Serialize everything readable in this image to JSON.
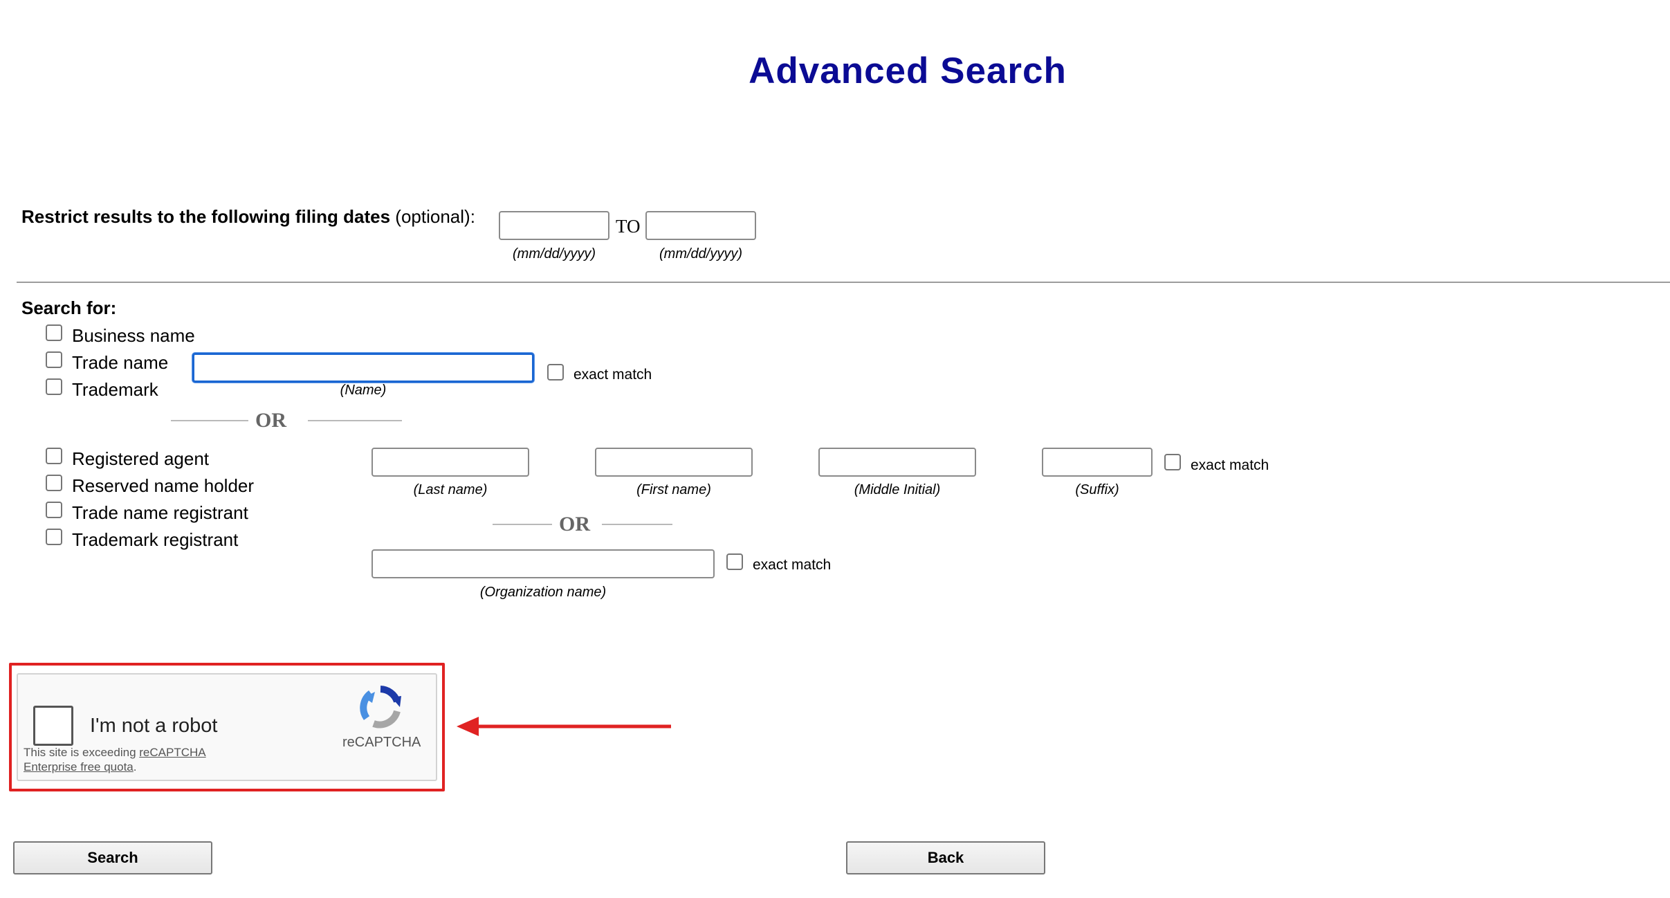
{
  "page": {
    "title": "Advanced Search"
  },
  "filing_dates": {
    "label_bold": "Restrict results to the following filing dates",
    "label_normal": "(optional):",
    "from_value": "",
    "to_label": "TO",
    "to_value": "",
    "from_hint": "(mm/dd/yyyy)",
    "to_hint": "(mm/dd/yyyy)"
  },
  "search_for": {
    "heading": "Search for:",
    "entity_types": [
      {
        "label": "Business name",
        "checked": false
      },
      {
        "label": "Trade name",
        "checked": false
      },
      {
        "label": "Trademark",
        "checked": false
      }
    ],
    "name": {
      "value": "",
      "hint": "(Name)",
      "exact_match_label": "exact match"
    },
    "or_label": "OR",
    "person_types": [
      {
        "label": "Registered agent",
        "checked": false
      },
      {
        "label": "Reserved name holder",
        "checked": false
      },
      {
        "label": "Trade name registrant",
        "checked": false
      },
      {
        "label": "Trademark registrant",
        "checked": false
      }
    ],
    "person": {
      "last_hint": "(Last name)",
      "first_hint": "(First name)",
      "middle_hint": "(Middle Initial)",
      "suffix_hint": "(Suffix)",
      "exact_match_label": "exact match"
    },
    "or_label_2": "OR",
    "organization": {
      "value": "",
      "hint": "(Organization name)",
      "exact_match_label": "exact match"
    }
  },
  "captcha": {
    "label": "I'm not a robot",
    "brand": "reCAPTCHA",
    "note_prefix": "This site is exceeding ",
    "note_link": "reCAPTCHA Enterprise free quota",
    "note_suffix": ".",
    "highlight_color": "#e02222"
  },
  "buttons": {
    "search": "Search",
    "back": "Back"
  }
}
